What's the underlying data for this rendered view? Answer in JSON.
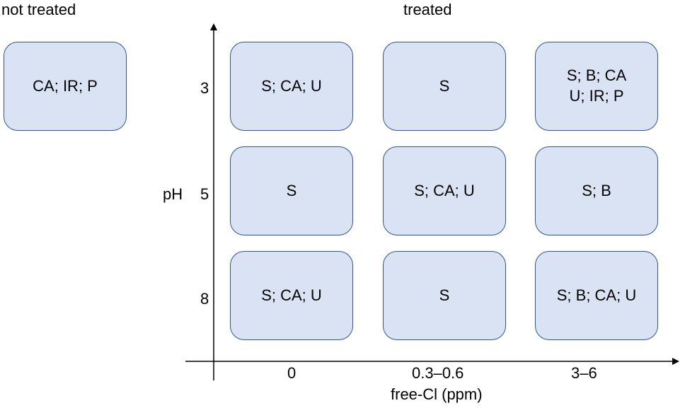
{
  "headers": {
    "not_treated": "not treated",
    "treated": "treated"
  },
  "untreated_box": "CA; IR; P",
  "axes": {
    "y_label": "pH",
    "y_ticks": [
      "3",
      "5",
      "8"
    ],
    "x_label": "free-Cl (ppm)",
    "x_ticks": [
      "0",
      "0.3–0.6",
      "3–6"
    ]
  },
  "grid": [
    [
      "S; CA; U",
      "S",
      "S; B; CA\nU; IR; P"
    ],
    [
      "S",
      "S; CA; U",
      "S; B"
    ],
    [
      "S; CA; U",
      "S",
      "S; B; CA; U"
    ]
  ],
  "colors": {
    "box_fill": "#dae3f3",
    "box_border": "#2f5597",
    "axis": "#000000"
  }
}
